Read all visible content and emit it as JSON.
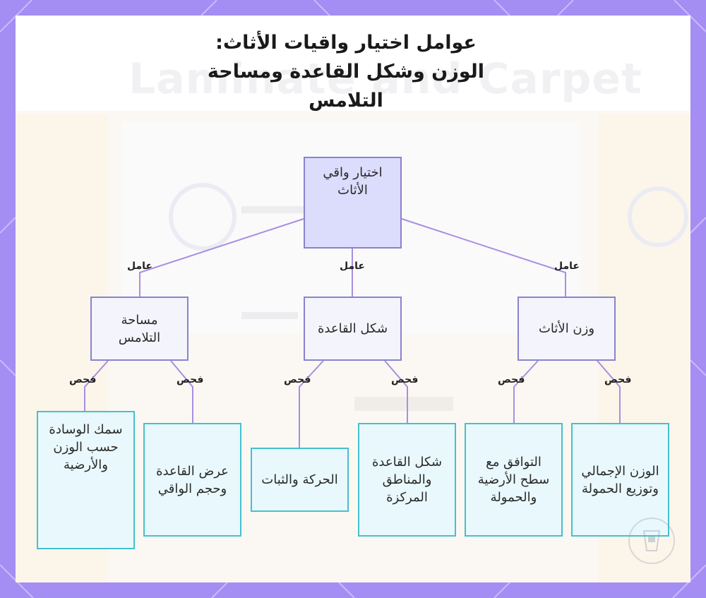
{
  "title_lines": [
    "عوامل اختيار واقيات الأثاث:",
    "الوزن وشكل القاعدة ومساحة",
    "التلامس"
  ],
  "background_watermark": "Laminate and Carpet",
  "colors": {
    "frame": "#a48df3",
    "root_fill": "#dcdcfc",
    "node_border": "#8a82cf",
    "leaf_fill": "#e9f8fc",
    "leaf_border": "#45c1cd",
    "edge": "#a88fe0"
  },
  "root": {
    "label": "اختيار واقي الأثاث"
  },
  "factor_edge_label": "عامل",
  "check_edge_label": "فحص",
  "factors": [
    {
      "label": "مساحة التلامس"
    },
    {
      "label": "شكل القاعدة"
    },
    {
      "label": "وزن الأثاث"
    }
  ],
  "checks": [
    {
      "label": "سمك الوسادة حسب الوزن والأرضية"
    },
    {
      "label": "عرض القاعدة وحجم الواقي"
    },
    {
      "label": "الحركة والثبات"
    },
    {
      "label": "شكل القاعدة والمناطق المركزة"
    },
    {
      "label": "التوافق مع سطح الأرضية والحمولة"
    },
    {
      "label": "الوزن الإجمالي وتوزيع الحمولة"
    }
  ]
}
